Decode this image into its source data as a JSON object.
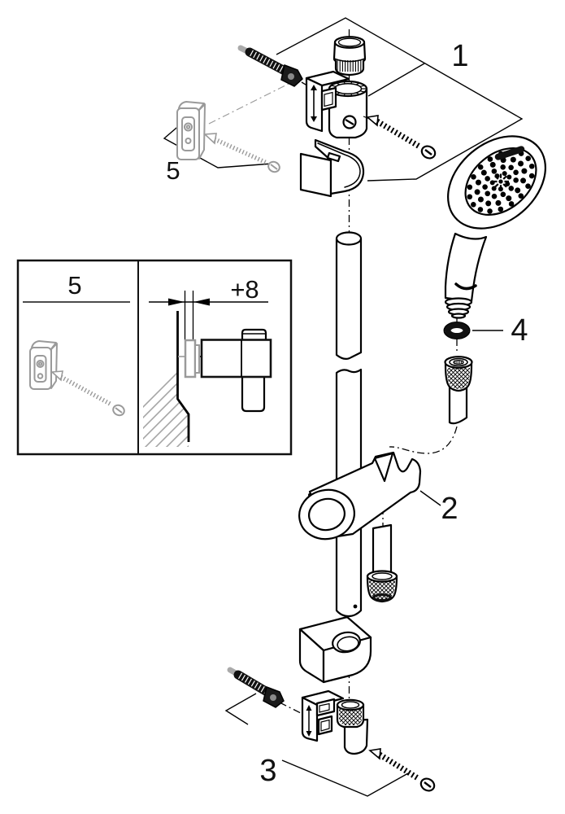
{
  "figure": {
    "background": "#ffffff",
    "line_color": "#000000",
    "accent_gray": "#9a9a9a"
  },
  "labels": {
    "part1": "1",
    "part2": "2",
    "part3": "3",
    "part4": "4",
    "part5": "5",
    "inset_panel": "5",
    "inset_dimension": "+8"
  }
}
